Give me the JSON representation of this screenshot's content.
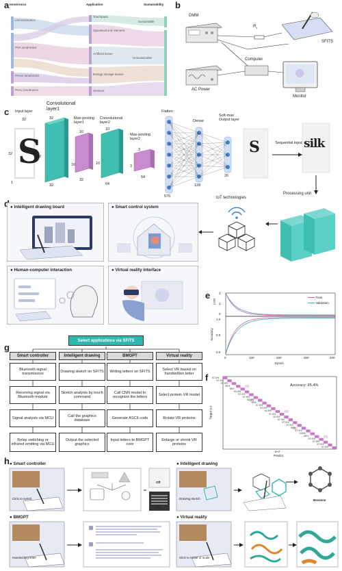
{
  "panels": {
    "a": "a",
    "b": "b",
    "c": "c",
    "d": "d",
    "e": "e",
    "f": "f",
    "g": "g",
    "h": "h"
  },
  "sankey": {
    "col_left": "Ionotronics",
    "col_mid": "Application",
    "col_right": "Sustainability",
    "left_nodes": [
      "LiN ionotronics",
      "PVA ionotronics",
      "PAAm ionotronics",
      "PAAc ionotronics"
    ],
    "mid_nodes": [
      "Touchpads",
      "Optoelectronic element",
      "Artificial tissue",
      "Energy storage device",
      "Sensors"
    ],
    "right_nodes": [
      "Sustainable",
      "Unsustainable"
    ],
    "colors": {
      "left": "#9fb8d8",
      "mid": "#b9a2cf",
      "right": "#8fcfc2",
      "flow": "#e7c9da"
    }
  },
  "setup": {
    "dmm": "DMM",
    "rs": "R",
    "rs_sub": "s",
    "sfits": "SFITS",
    "computer": "Computer",
    "ac": "AC Power",
    "monitor": "Monitor"
  },
  "cnn": {
    "input": "Input layer",
    "input_dims": [
      "32",
      "32",
      "1"
    ],
    "conv1": "Convolutional layer1",
    "conv1_dims": [
      "32",
      "32",
      "32"
    ],
    "pool1": "Max-pooling layer1",
    "pool1_dims": [
      "10",
      "10",
      "32"
    ],
    "conv2": "Convolutional layer2",
    "conv2_dims": [
      "10",
      "10",
      "64"
    ],
    "pool2": "Max-pooling layer2",
    "pool2_dims": [
      "3",
      "3",
      "64"
    ],
    "flatten": "Flatten",
    "flatten_n": "576",
    "dense": "Dense",
    "dense_n": "128",
    "softmax": "Soft-max Output layer",
    "softmax_n": "26",
    "seq": "Sequential input",
    "letter": "S",
    "word": "silk",
    "processing": "Processing unit",
    "colors": {
      "conv": "#3fbfb0",
      "pool": "#c98bd0",
      "node": "#4a7fd0"
    }
  },
  "apps": {
    "drawing": "Intelligent drawing board",
    "smart": "Smart control system",
    "hci": "Human-computer interaction",
    "vr": "Virtual reality interface",
    "iot": "IoT technologies"
  },
  "training": {
    "loss_label": "Loss",
    "acc_label": "Accuracy",
    "epoch_label": "Epoch",
    "legend_train": "Train",
    "legend_val": "Validation",
    "loss_ticks": [
      "2",
      "1",
      "0"
    ],
    "acc_ticks": [
      "1.0",
      "0.5",
      "0.0"
    ],
    "epoch_ticks": [
      "0",
      "100",
      "200",
      "300",
      "400"
    ],
    "train_color": "#c05fa8",
    "val_color": "#3fa8b0"
  },
  "confusion": {
    "accuracy": "Accuracy:  95.4%",
    "ylabel": "Target a-z",
    "xlabel_top": "a~z",
    "xlabel": "Predict",
    "diag": [
      "97.5%",
      "97.5%",
      "97.5%",
      "95%",
      "95%",
      "92.5%",
      "97.5%",
      "97.5%",
      "92.5%",
      "95%",
      "97.5%",
      "97.5%",
      "92.5%",
      "97.5%",
      "92.5%",
      "97.5%",
      "97.5%",
      "97.5%",
      "95%",
      "97.5%",
      "100%",
      "95%",
      "92.5%",
      "97.5%",
      "97.5%",
      "97.5%"
    ],
    "color": "#c77ac4"
  },
  "flow": {
    "title": "Select applications via SFITS",
    "cols": [
      {
        "head": "Smart controller",
        "steps": [
          "Bluetooth signal transmission",
          "Receiving signal via Bluetooth module",
          "Signal analysis via MCU",
          "Relay switching or infrared emitting via MCU"
        ]
      },
      {
        "head": "Intelligent drawing",
        "steps": [
          "Drawing sketch on SFITS",
          "Sketch analysis by touch command",
          "Call the graphics database",
          "Output the selected graphics"
        ]
      },
      {
        "head": "BMGPT",
        "steps": [
          "Writing letters on SFITS",
          "Call CNN model to recognize the letters",
          "Generate ASCII code",
          "Input letters to BMGPT core"
        ]
      },
      {
        "head": "Virtual reality",
        "steps": [
          "Select VR based on handwritten letter",
          "Select protein VR model",
          "Rotate VR proteins",
          "Enlarge or shrink VR proteins"
        ]
      }
    ],
    "title_bg": "#2db8b0"
  },
  "demos": {
    "smart": "Smart controller",
    "smart_caption": "Click to switch",
    "off": "Off",
    "on": "On",
    "drawing": "Intelligent drawing",
    "drawing_caption": "Drawing sketch",
    "benzene": "Benzene",
    "bmgpt": "BMGPT",
    "bmgpt_caption": "Handwriting letter",
    "vr": "Virtual reality",
    "vr_caption": "Click to rotate or scale"
  }
}
